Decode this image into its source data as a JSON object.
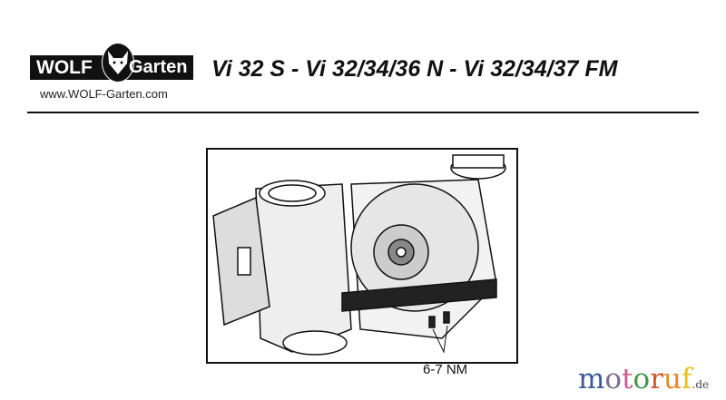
{
  "header": {
    "logo_text_left": "WOLF",
    "logo_text_right": "Garten",
    "website": "www.WOLF-Garten.com",
    "title": "Vi 32 S - Vi 32/34/36 N - Vi 32/34/37 FM"
  },
  "figure": {
    "torque_label": "6-7 NM"
  },
  "watermark": {
    "letters": [
      "m",
      "o",
      "t",
      "o",
      "r",
      "u",
      "f"
    ],
    "colors": [
      "#3b5b9c",
      "#7a6e8c",
      "#d25a8c",
      "#3f9a4a",
      "#d2552a",
      "#e08a2a",
      "#e6c21e"
    ],
    "suffix": ".de"
  }
}
